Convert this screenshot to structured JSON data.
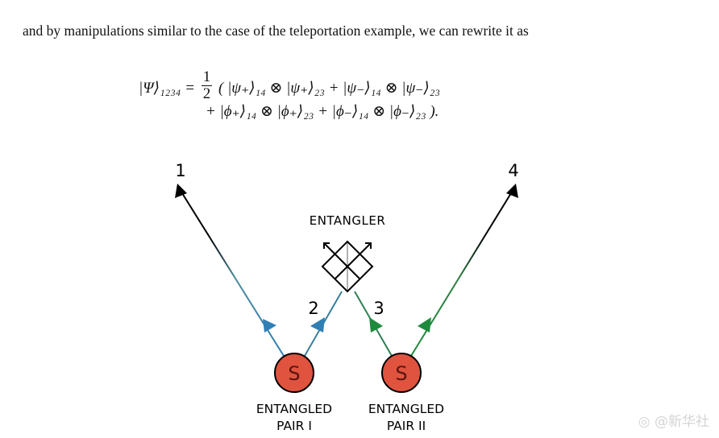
{
  "intro_text": "and by manipulations similar to the case of the teleportation example, we can rewrite it as",
  "equation": {
    "lhs": "|Ψ⟩₁₂₃₄ =",
    "frac_num": "1",
    "frac_den": "2",
    "line1_rest": "( |ψ₊⟩₁₄ ⊗ |ψ₊⟩₂₃ + |ψ₋⟩₁₄ ⊗ |ψ₋⟩₂₃",
    "line2": "+  |ϕ₊⟩₁₄ ⊗ |ϕ₊⟩₂₃ + |ϕ₋⟩₁₄ ⊗ |ϕ₋⟩₂₃ )."
  },
  "diagram": {
    "entangler_label": "ENTANGLER",
    "particle_labels": [
      "1",
      "2",
      "3",
      "4"
    ],
    "source_label": "S",
    "pair1_line1": "ENTANGLED",
    "pair1_line2": "PAIR I",
    "pair2_line1": "ENTANGLED",
    "pair2_line2": "PAIR II",
    "colors": {
      "pair1": "#2f7fb5",
      "pair2": "#1f8a3c",
      "source": "#e0533f"
    }
  },
  "watermark": "@新华社"
}
